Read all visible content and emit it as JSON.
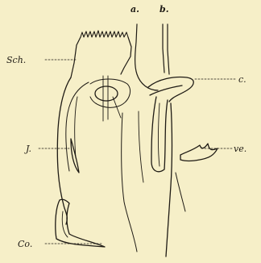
{
  "figure": {
    "labels": {
      "sch": "Sch.",
      "a": "a.",
      "b": "b.",
      "c": "c.",
      "ve": "ve.",
      "j": "J.",
      "co": "Co."
    },
    "colors": {
      "background": "#f6efc8",
      "ink": "#1e1a14"
    }
  }
}
